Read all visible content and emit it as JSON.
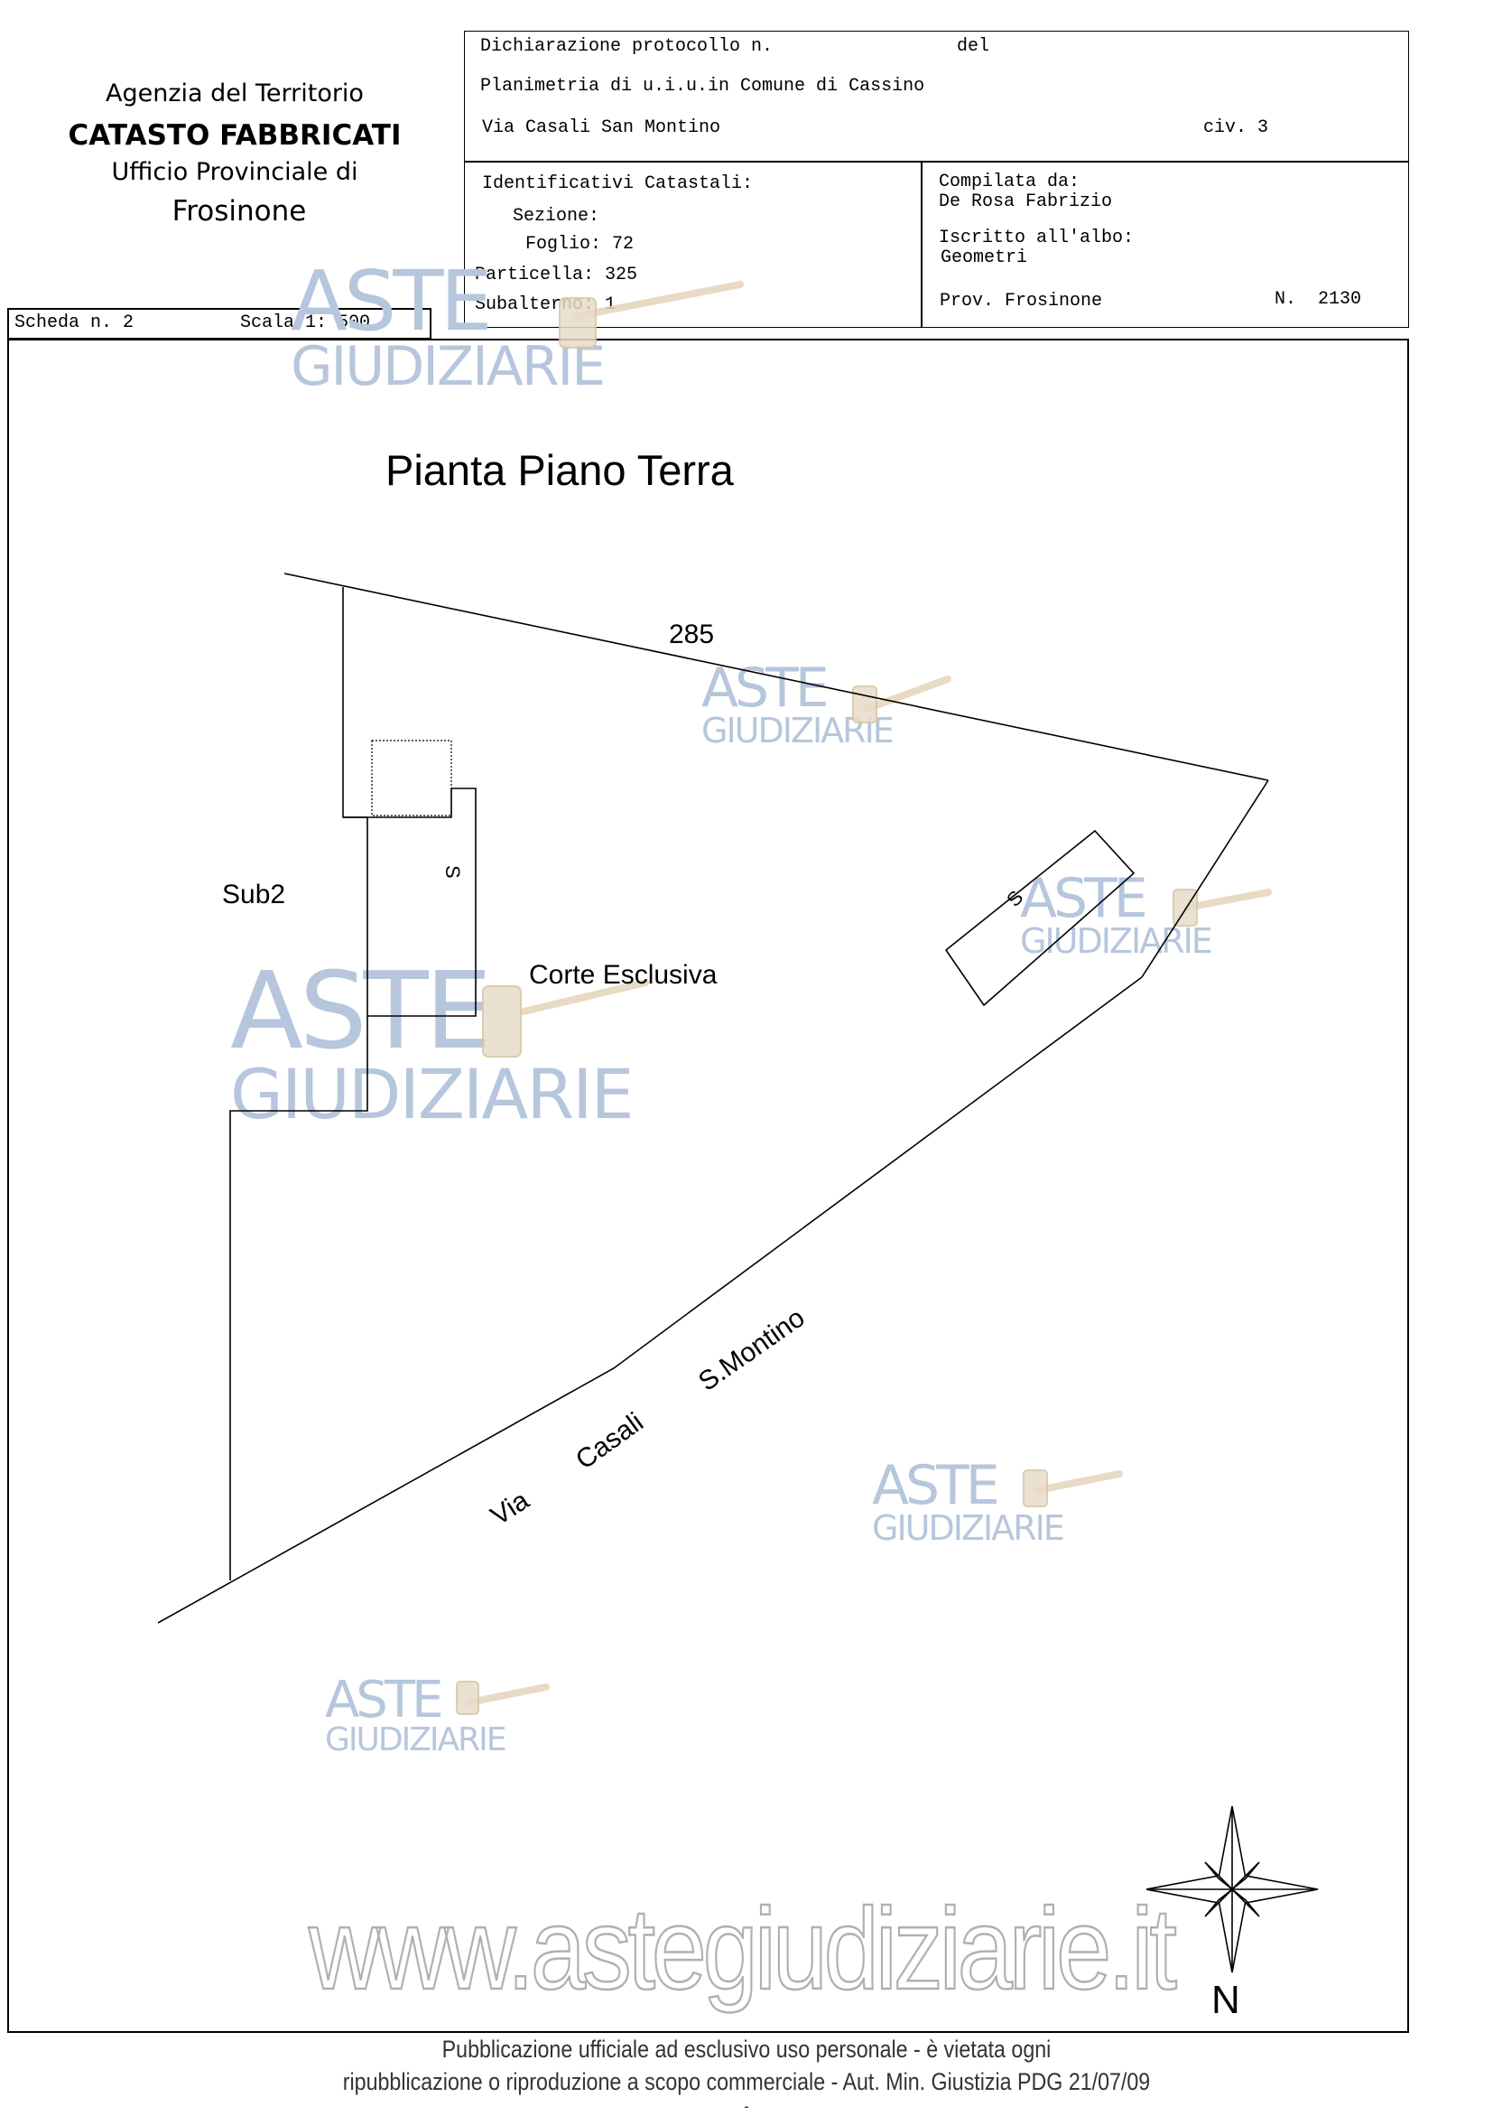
{
  "agency": {
    "line1": "Agenzia del Territorio",
    "line2": "CATASTO FABBRICATI",
    "line3": "Ufficio Provinciale di",
    "line4": "Frosinone"
  },
  "header": {
    "dichiarazione": "Dichiarazione protocollo n.",
    "del": "del",
    "planimetria": "Planimetria di u.i.u.in Comune di Cassino",
    "via": "Via Casali San Montino",
    "civ": "civ. 3"
  },
  "identificativi": {
    "title": "Identificativi Catastali:",
    "sezione_label": "Sezione:",
    "foglio": "Foglio: 72",
    "particella": "Particella: 325",
    "subalterno": "Subalterno: 1"
  },
  "compilata": {
    "label": "Compilata da:",
    "name": "De Rosa Fabrizio",
    "albo_label": "Iscritto all'albo:",
    "albo": "Geometri",
    "prov": "Prov. Frosinone",
    "num": "N.  2130"
  },
  "scheda": {
    "scheda": "Scheda n. 2",
    "scala": "Scala 1: 500"
  },
  "plan": {
    "title": "Pianta Piano Terra",
    "label_285": "285",
    "sub2": "Sub2",
    "corte": "Corte Esclusiva",
    "s1": "S",
    "s2": "S",
    "road_via": "Via",
    "road_casali": "Casali",
    "road_montino": "S.Montino",
    "north": "N"
  },
  "watermark": {
    "aste": "ASTE",
    "giudiziarie": "GIUDIZIARIE",
    "url": "www.astegiudiziarie.it"
  },
  "footer": {
    "line1": "Pubblicazione ufficiale ad esclusivo uso personale - è vietata ogni",
    "line2": "ripubblicazione o riproduzione a scopo commerciale - Aut. Min. Giustizia PDG 21/07/09",
    "dash": "-"
  }
}
